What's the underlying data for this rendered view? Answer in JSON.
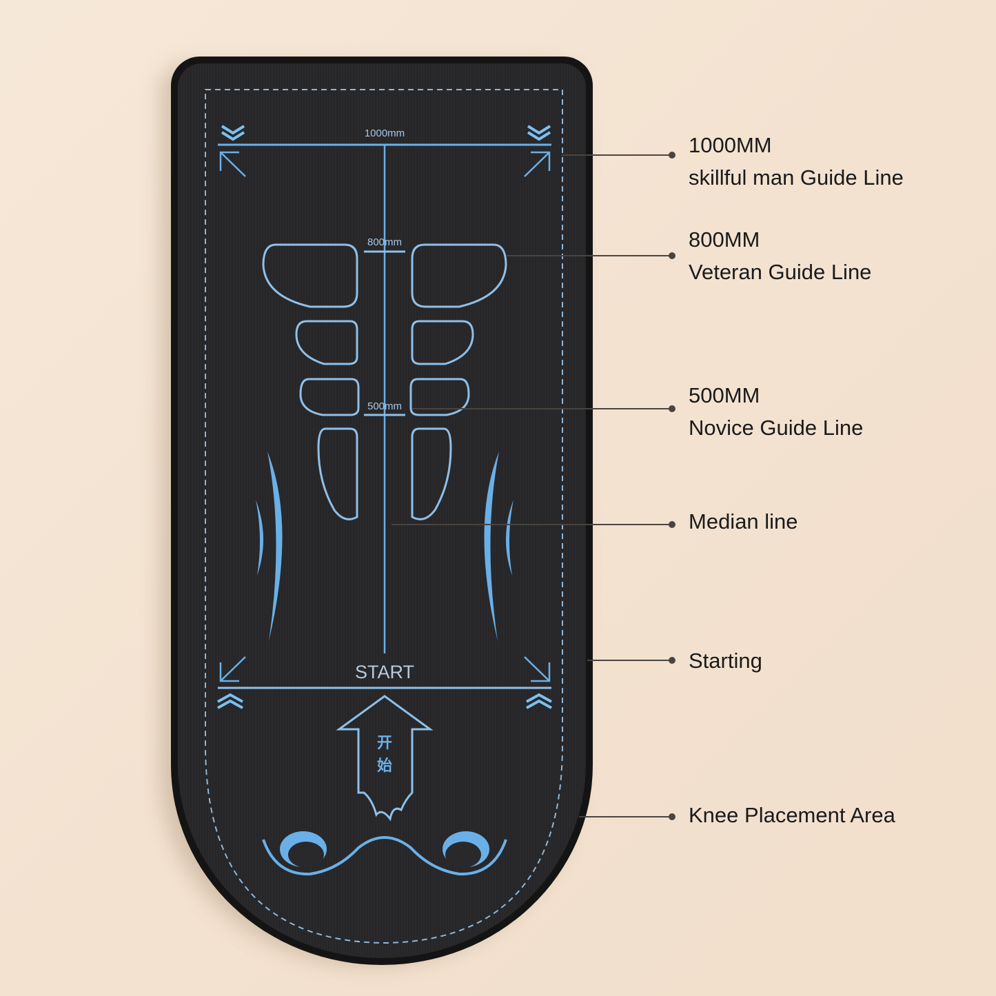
{
  "mat": {
    "top_label": "1000mm",
    "mid_label": "800mm",
    "low_label": "500mm",
    "start_label": "START",
    "arrow_text_1": "开",
    "arrow_text_2": "始",
    "accent_color": "#6ab0e8",
    "mat_color": "#282829"
  },
  "callouts": [
    {
      "title": "1000MM",
      "subtitle": "skillful man Guide Line"
    },
    {
      "title": "800MM",
      "subtitle": "Veteran Guide Line"
    },
    {
      "title": "500MM",
      "subtitle": "Novice Guide Line"
    },
    {
      "title": "Median line"
    },
    {
      "title": "Starting"
    },
    {
      "title": "Knee Placement Area"
    }
  ]
}
